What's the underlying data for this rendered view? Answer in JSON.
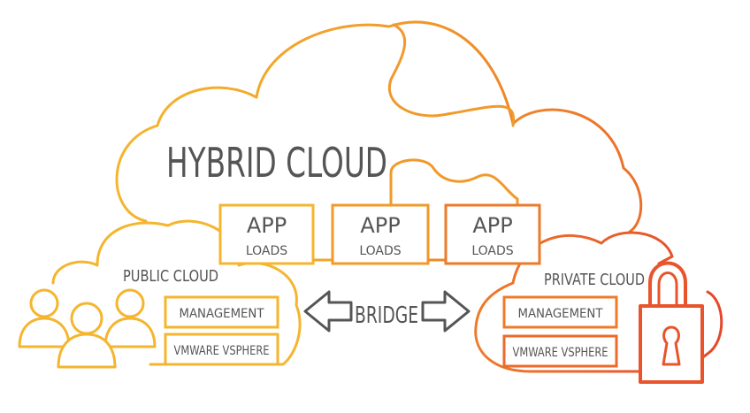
{
  "title": "HYBRID CLOUD",
  "app_boxes": [
    {
      "line1": "APP",
      "line2": "LOADS"
    },
    {
      "line1": "APP",
      "line2": "LOADS"
    },
    {
      "line1": "APP",
      "line2": "LOADS"
    }
  ],
  "public_cloud": {
    "label": "PUBLIC CLOUD",
    "management": "MANAGEMENT",
    "vsphere": "VMWARE VSPHERE"
  },
  "private_cloud": {
    "label": "PRIVATE CLOUD",
    "management": "MANAGEMENT",
    "vsphere": "VMWARE VSPHERE"
  },
  "bridge": "BRIDGE",
  "colors": {
    "yellow": "#f5b52e",
    "orange": "#ef8a2a",
    "red": "#e8542c",
    "text": "#555555"
  },
  "icons": [
    "people-icon",
    "padlock-icon",
    "double-arrow-icon",
    "puzzle-cut-icon"
  ]
}
